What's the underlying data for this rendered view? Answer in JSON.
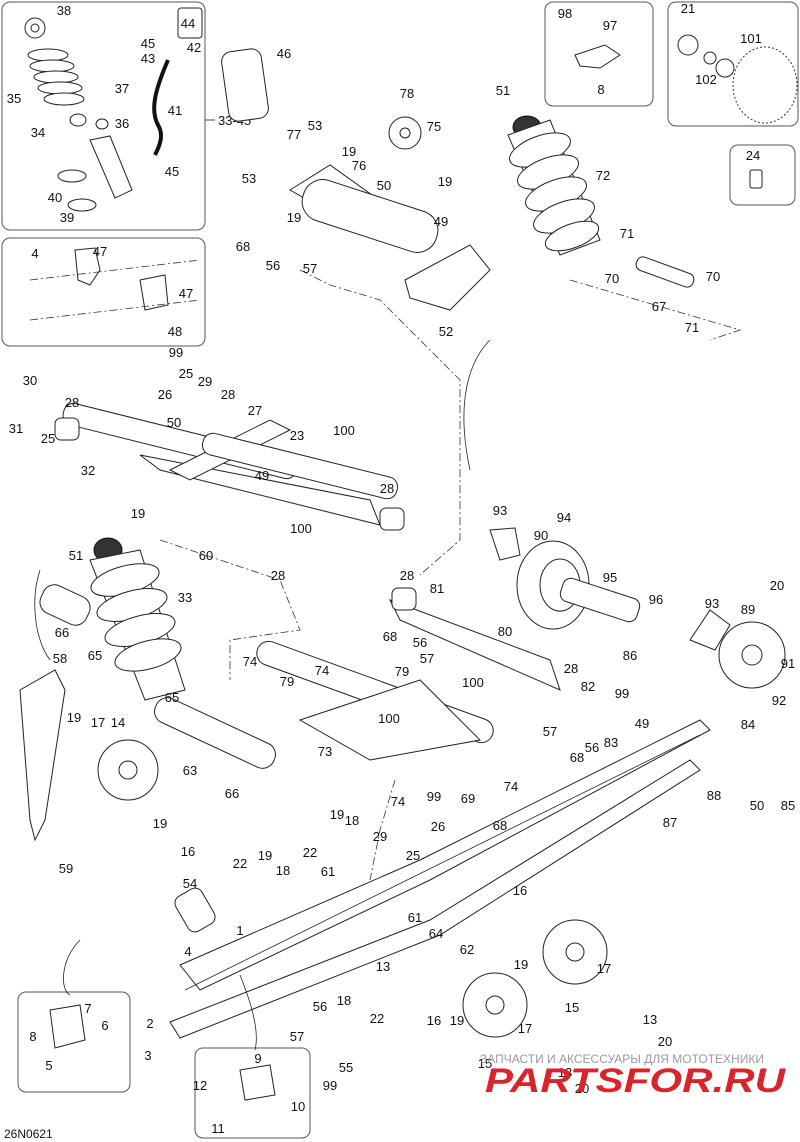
{
  "diagram_code": "26N0621",
  "group_range_label": "33-45",
  "callouts": [
    "1",
    "2",
    "3",
    "4",
    "5",
    "6",
    "7",
    "8",
    "9",
    "10",
    "11",
    "12",
    "13",
    "14",
    "15",
    "16",
    "17",
    "18",
    "19",
    "20",
    "21",
    "22",
    "23",
    "24",
    "25",
    "26",
    "27",
    "28",
    "29",
    "30",
    "31",
    "32",
    "33",
    "34",
    "35",
    "36",
    "37",
    "38",
    "39",
    "40",
    "41",
    "42",
    "43",
    "44",
    "45",
    "46",
    "47",
    "48",
    "49",
    "50",
    "51",
    "52",
    "53",
    "54",
    "55",
    "56",
    "57",
    "58",
    "59",
    "60",
    "61",
    "62",
    "63",
    "64",
    "65",
    "66",
    "67",
    "68",
    "69",
    "70",
    "71",
    "72",
    "73",
    "74",
    "75",
    "76",
    "77",
    "78",
    "79",
    "80",
    "81",
    "82",
    "83",
    "84",
    "85",
    "86",
    "87",
    "88",
    "89",
    "90",
    "91",
    "92",
    "93",
    "94",
    "95",
    "96",
    "97",
    "98",
    "99",
    "100",
    "101",
    "102"
  ],
  "watermark": {
    "caption": "ЗАПЧАСТИ И АКСЕССУАРЫ ДЛЯ МОТОТЕХНИКИ",
    "brand": "PARTSFOR.RU",
    "brand_color": "#d9242b"
  }
}
